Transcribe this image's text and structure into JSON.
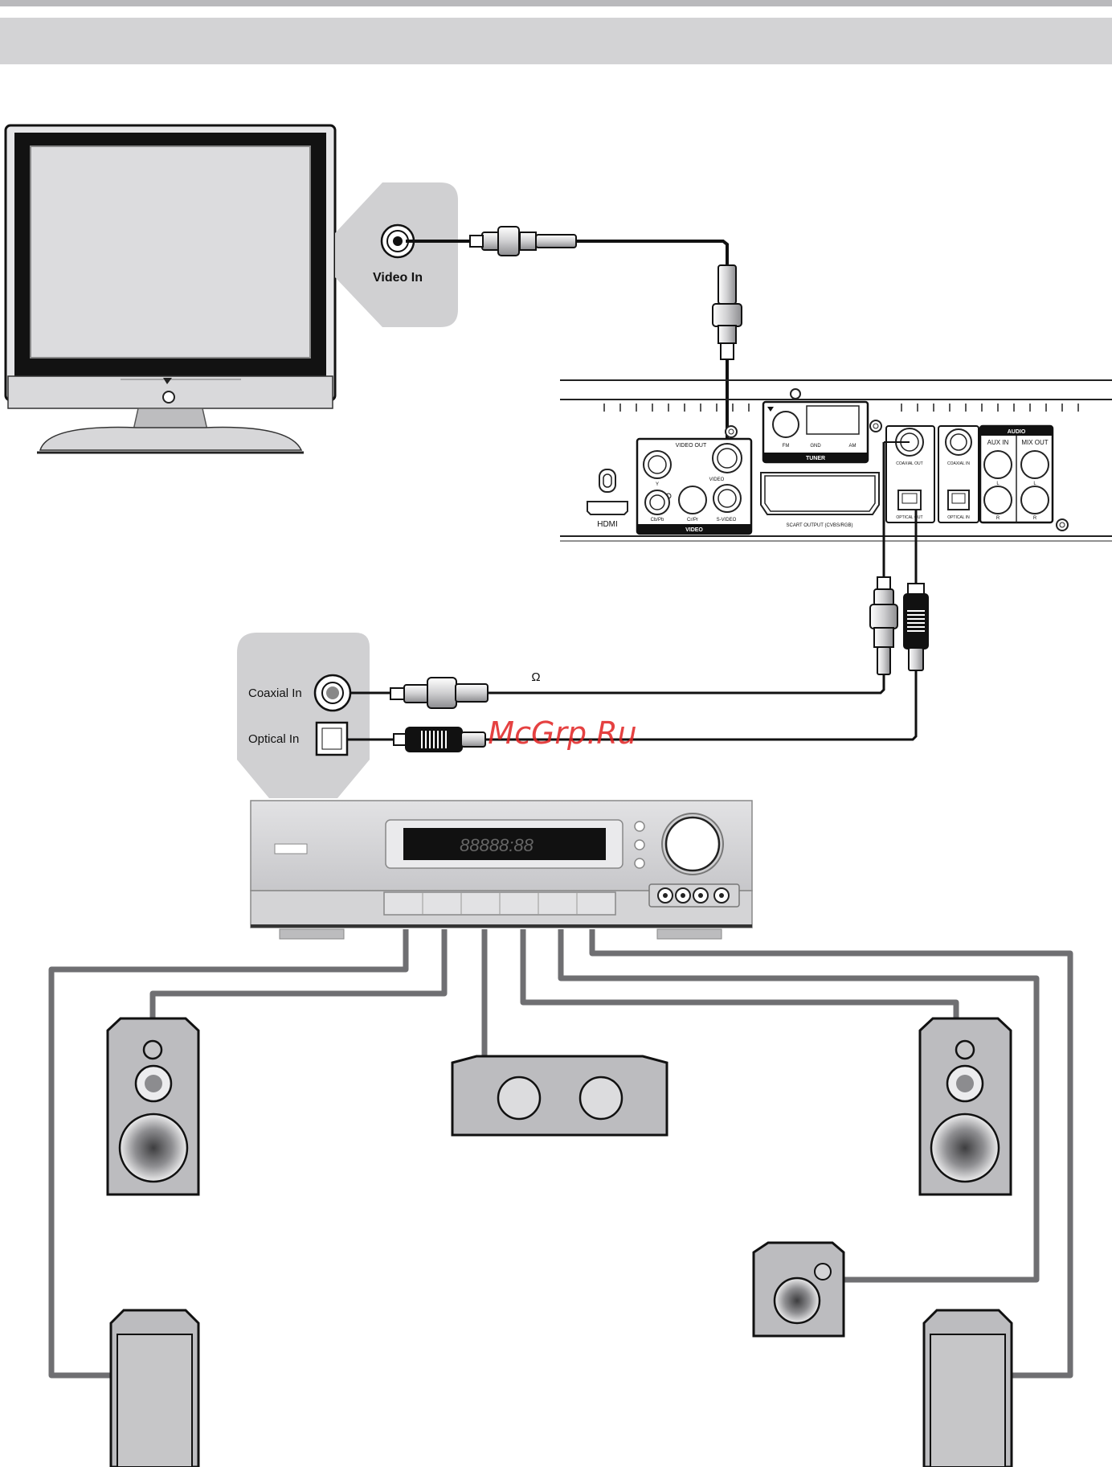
{
  "header": {
    "title": ""
  },
  "tv": {
    "port_label": "Video In"
  },
  "player": {
    "hdmi_label": "HDMI",
    "video_out_label": "VIDEO OUT",
    "video_section_label": "VIDEO",
    "y_label": "Y",
    "cb_label": "Cb/Pb",
    "cr_label": "Cr/Pr",
    "video_label": "VIDEO",
    "svideo_label": "S-VIDEO",
    "tuner_label": "TUNER",
    "fm_label": "FM",
    "gnd_label": "GND",
    "am_label": "AM",
    "scart_label": "SCART OUTPUT (CVBS/RGB)",
    "coaxial_out_label": "COAXIAL OUT",
    "coaxial_in_label": "COAXIAL IN",
    "optical_out_label": "OPTICAL OUT",
    "optical_in_label": "OPTICAL IN",
    "audio_label": "AUDIO",
    "aux_in_label": "AUX IN",
    "mix_out_label": "MIX OUT",
    "l_label": "L",
    "r_label": "R"
  },
  "receiver": {
    "coaxial_in_label": "Coaxial In",
    "optical_in_label": "Optical In",
    "display_text": "88888:88"
  },
  "cable": {
    "impedance_symbol": "Ω"
  },
  "watermark": "McGrp.Ru",
  "colors": {
    "band": "#d3d3d5",
    "panel": "#d0d0d2",
    "cable": "#111111",
    "speaker_wire": "#6f6f72",
    "watermark": "#e02020"
  }
}
